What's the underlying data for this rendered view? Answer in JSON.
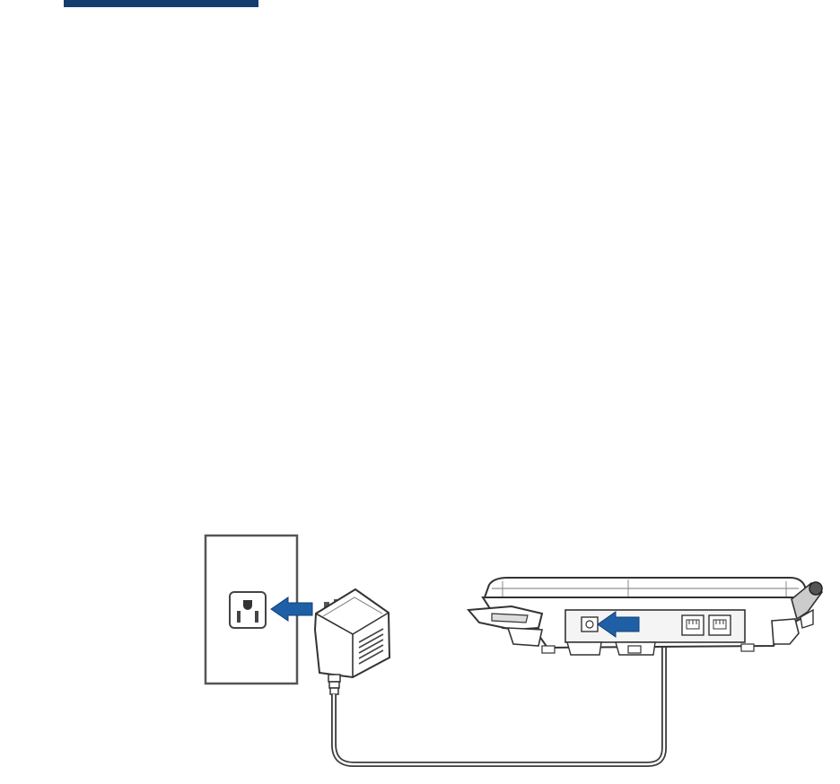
{
  "header_bar": {
    "color": "#123f6e"
  },
  "diagram": {
    "accent_color": "#1f5fa6",
    "line_color": "#3c3c3c",
    "components": [
      {
        "name": "wall-outlet",
        "icon": "outlet-icon"
      },
      {
        "name": "power-adapter",
        "icon": "adapter-icon"
      },
      {
        "name": "desk-phone-base",
        "icon": "phone-base-icon"
      },
      {
        "name": "power-cord",
        "icon": "cord-icon"
      }
    ],
    "arrows": [
      {
        "name": "plug-into-outlet-arrow",
        "icon": "arrow-left-icon"
      },
      {
        "name": "plug-into-phone-arrow",
        "icon": "arrow-left-icon"
      }
    ]
  }
}
